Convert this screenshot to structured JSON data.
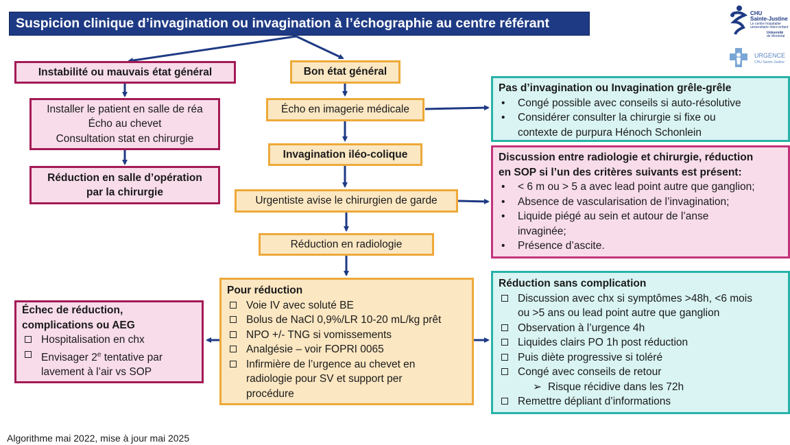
{
  "title": "Suspicion clinique d’invagination ou invagination à l’échographie au centre référant",
  "left": {
    "unstable": "Instabilité ou mauvais état général",
    "actions": [
      "Installer le patient en salle de réa",
      "Écho au chevet",
      "Consultation stat en chirurgie"
    ],
    "surgery": [
      "Réduction en salle d’opération",
      "par la chirurgie"
    ],
    "failure": {
      "title_lines": [
        "Échec de réduction,",
        "complications ou AEG"
      ],
      "items": [
        "Hospitalisation en chx",
        "Envisager 2",
        "tentative par",
        "lavement à l’air vs SOP"
      ],
      "superscript": "e"
    }
  },
  "center": {
    "good": "Bon état général",
    "echo": "Écho en imagerie médicale",
    "ileo": "Invagination iléo-colique",
    "urgentiste": "Urgentiste avise le chirurgien de garde",
    "reduction": "Réduction en radiologie",
    "pour": {
      "title": "Pour réduction",
      "items": [
        "Voie IV avec soluté BE",
        "Bolus de NaCl 0,9%/LR 10-20 mL/kg prêt",
        "NPO +/- TNG si vomissements",
        "Analgésie – voir FOPRI 0065",
        "Infirmière de l’urgence au chevet en radiologie pour SV et support per procédure"
      ],
      "last_lines": [
        "Infirmière de l’urgence au chevet en",
        "radiologie pour SV et support per",
        "procédure"
      ]
    }
  },
  "right": {
    "no_inv": {
      "title": "Pas d’invagination ou Invagination grêle-grêle",
      "items": [
        "Congé possible avec conseils si auto-résolutive",
        "Considérer consulter la chirurgie si fixe ou",
        "contexte de purpura Hénoch Schonlein"
      ]
    },
    "discussion": {
      "title_lines": [
        "Discussion entre radiologie et chirurgie, réduction",
        "en SOP si l’un des critères suivants est présent:"
      ],
      "items": [
        "< 6 m ou > 5 a avec lead point autre que ganglion;",
        "Absence de vascularisation de l’invagination;",
        "Liquide piégé au sein et autour de l’anse",
        "invaginée;",
        "Présence d’ascite."
      ]
    },
    "sans": {
      "title": "Réduction sans complication",
      "items": [
        "Discussion avec chx si symptômes >48h,  <6 mois",
        "ou >5 ans ou lead point autre que ganglion",
        "Observation à l’urgence 4h",
        "Liquides clairs PO 1h post réduction",
        "Puis diète progressive si toléré",
        "Congé avec conseils de retour",
        "Risque récidive dans les 72h",
        "Remettre dépliant d’informations"
      ]
    }
  },
  "logos": {
    "chu": "CHU",
    "sj": "Sainte-Justine",
    "tag1": "Le centre hospitalier",
    "tag2": "universitaire mère-enfant",
    "univ1": "Université",
    "univ2": "de Montréal",
    "urg": "URGENCE",
    "urg_sub": "CHU Sainte-Justine"
  },
  "footer": "Algorithme mai 2022, mise à jour mai 2025",
  "colors": {
    "title_bg": "#1e3a84",
    "arrow": "#1e3a84",
    "pink_border": "#a31a55",
    "orange_border": "#eda93a",
    "teal_border": "#27b2a8"
  }
}
